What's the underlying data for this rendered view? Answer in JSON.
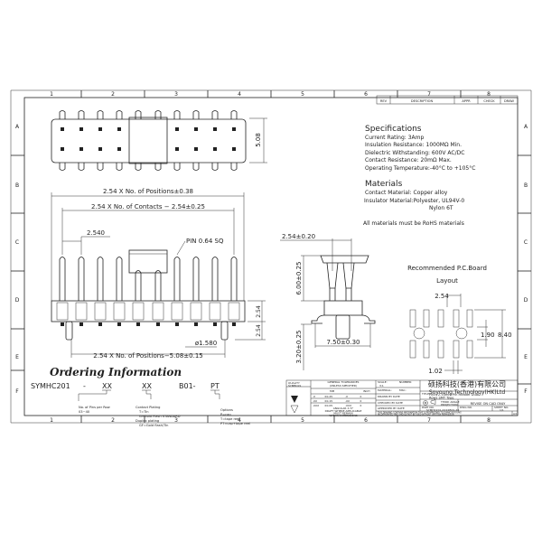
{
  "frame": {
    "columns": [
      "1",
      "2",
      "3",
      "4",
      "5",
      "6",
      "7",
      "8"
    ],
    "rows": [
      "A",
      "B",
      "C",
      "D",
      "E",
      "F"
    ]
  },
  "revision_table": {
    "rev": "REV",
    "description": "DESCRIPTION",
    "appr": "APPR",
    "check": "CHECK",
    "draw": "DRAW"
  },
  "specifications": {
    "heading": "Specifications",
    "lines": [
      "Current Rating:   3Amp",
      "Insulation Resistance:   1000MΩ Min.",
      "Dielectric Withstanding:   600V AC/DC",
      "Contact Resistance:   20mΩ Max.",
      "Operating Temperature:-40°C  to  +105°C"
    ]
  },
  "materials": {
    "heading": "Materials",
    "lines": [
      "Contact Material: Copper alloy",
      "Insulator Material:Polyester,  UL94V-0",
      "Nylon  6T"
    ],
    "note": "All materials must be RoHS materials"
  },
  "top_view": {
    "height_dim": "5.08"
  },
  "front_view": {
    "overall": "2.54 X No. of Positions±0.38",
    "contacts": "2.54 X No. of Contacts  −  2.54±0.25",
    "pitch": "2.540",
    "pin": "PIN  0.64  SQ",
    "body_h": "2.54",
    "lead_h": "2.54",
    "diameter": "ø1.580",
    "bottom": "2.54 X No. of Positions−5.08±0.15"
  },
  "side_view": {
    "pitch": "2.54±0.20",
    "upper": "6.00±0.25",
    "lower": "3.20±0.25",
    "width": "7.50±0.30"
  },
  "pcb_layout": {
    "title1": "Recommended  P.C.Board",
    "title2": "Layout",
    "pitch": "2.54",
    "gap": "1.90",
    "span": "8.40",
    "pad_w": "1.02"
  },
  "ordering": {
    "title": "Ordering Information",
    "part": [
      "SYMHC201",
      "-",
      "XX",
      "XX",
      "B01-",
      "PT"
    ],
    "pins": [
      "No.  of  Pins per  Row",
      "03~40"
    ],
    "plating": [
      "Contact Plating",
      "T=Tin",
      "G=Gold Flash  STANDARD",
      "Duplex plating",
      "GF=Gold flash/Tin"
    ],
    "options": [
      "Options",
      "P=cap",
      "T=tape reel",
      "PT=cap+tape reel"
    ]
  },
  "title_block": {
    "quality": [
      "QUALITY",
      "SYMBOLS"
    ],
    "tol_head": [
      "GENERAL TOLERANCES",
      "(UNLESS SPECIFIED)"
    ],
    "tol_cols": [
      "MM",
      "INCH"
    ],
    "tol_rows": [
      [
        ".X",
        "±0.25",
        ".X",
        "±"
      ],
      [
        ".XX",
        "±0.15",
        ".XX",
        "±"
      ],
      [
        ".XXX",
        "±0.05",
        ".XXX",
        "±"
      ]
    ],
    "angular": "ANGULAR ±.5°",
    "draft": [
      "DRAFT WHERE APPLICABLE",
      "MUST REMAIN",
      "WITHIN DIMENSIONS"
    ],
    "scale_label": "SCALE:",
    "scale": "3:1",
    "number_label": "NUMBER:",
    "material_label": "MATERIAL:",
    "misc_label": "MSC:",
    "drawn": "DRAWN BY   DATE",
    "checked": "CHECKED BY   DATE",
    "approved": "APPROVED BY   DATE",
    "company_cn": "硕扬科技(香港)有限公司",
    "company_en": "Soyoung  Technology(HK)Ltd",
    "title_label": "TITLE:",
    "title": [
      "Pitch 2.54mm Pin Header Dual",
      "Rows SMT Type"
    ],
    "projection": [
      "THIRD ANGLE",
      "PROJECTION"
    ],
    "revise": "REVISE ON CAD ONLY",
    "part_label": "PART NO.",
    "part_no": "SYMHC201-XXXXB01-XX",
    "dwg_label": "DWG NO.",
    "sheet_label": "SHEET NO.",
    "sheet": "1/1",
    "notice": [
      "THIS DRAWING CONTAINS INFORMATION THAT IS PROPRIETARY TO SYMHC/SOYOUNG",
      "INCORPORATED AND SHOULD NOT BE USED WITHOUT WRITTEN PERMISSION"
    ],
    "size": "A4"
  }
}
